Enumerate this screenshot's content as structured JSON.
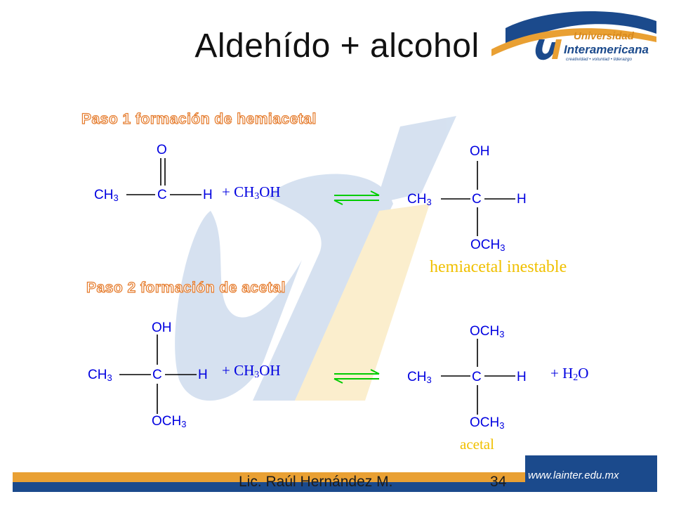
{
  "slide": {
    "title": "Aldehído + alcohol",
    "step1_heading": "Paso 1 formación de hemiacetal",
    "step2_heading": "Paso 2 formación de acetal",
    "note_hemiacetal": "hemiacetal inestable",
    "note_acetal": "acetal"
  },
  "reaction1": {
    "reactant": {
      "top": "O",
      "left": "CH",
      "left_sub": "3",
      "center": "C",
      "right": "H"
    },
    "reagent": {
      "pre": "+ CH",
      "sub": "3",
      "post": "OH"
    },
    "product": {
      "top": "OH",
      "left": "CH",
      "left_sub": "3",
      "center": "C",
      "right": "H",
      "bottom": "OCH",
      "bottom_sub": "3"
    }
  },
  "reaction2": {
    "reactant": {
      "top": "OH",
      "left": "CH",
      "left_sub": "3",
      "center": "C",
      "right": "H",
      "bottom": "OCH",
      "bottom_sub": "3"
    },
    "reagent": {
      "pre": "+ CH",
      "sub": "3",
      "post": "OH"
    },
    "product": {
      "top": "OCH",
      "top_sub": "3",
      "left": "CH",
      "left_sub": "3",
      "center": "C",
      "right": "H",
      "bottom": "OCH",
      "bottom_sub": "3"
    },
    "byproduct": {
      "pre": "+ H",
      "sub": "2",
      "post": "O"
    }
  },
  "logo": {
    "line1": "Universidad",
    "line2": "Interamericana",
    "tagline": "creatividad • voluntad • liderazgo"
  },
  "footer": {
    "author": "Lic. Raúl Hernández M.",
    "page_number": "34",
    "url": "www.lainter.edu.mx"
  },
  "colors": {
    "chem_text": "#0000e0",
    "bond": "#000000",
    "arrow": "#00cc00",
    "note": "#f0c000",
    "heading_outline": "#e57a2a",
    "brand_blue": "#1b4a8c",
    "brand_orange": "#e9a033"
  }
}
